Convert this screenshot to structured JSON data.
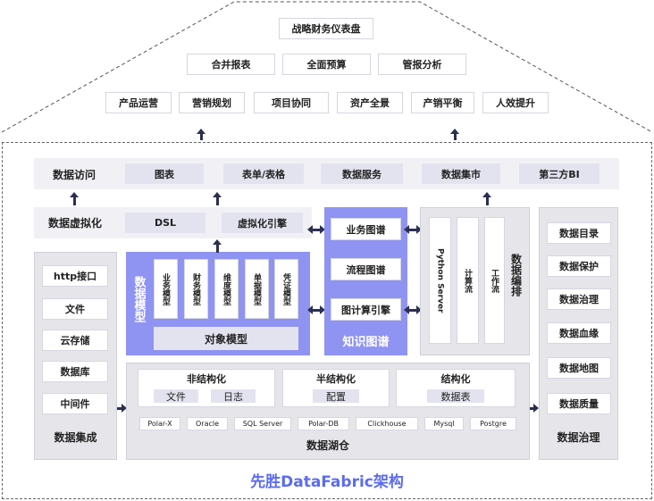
{
  "roof": {
    "top": "战略财务仪表盘",
    "row2": [
      "合并报表",
      "全面预算",
      "管报分析"
    ],
    "row3": [
      "产品运营",
      "营销规划",
      "项目协同",
      "资产全景",
      "产销平衡",
      "人效提升"
    ]
  },
  "access": {
    "title": "数据访问",
    "items": [
      "图表",
      "表单/表格",
      "数据服务",
      "数据集市",
      "第三方BI"
    ]
  },
  "virtual": {
    "title": "数据虚拟化",
    "items": [
      "DSL",
      "虚拟化引擎"
    ]
  },
  "integration": {
    "items": [
      "http接口",
      "文件",
      "云存储",
      "数据库",
      "中间件"
    ],
    "title": "数据集成"
  },
  "model": {
    "title": "数据模型",
    "items": [
      "业务模型",
      "财务模型",
      "维度模型",
      "单据模型",
      "凭证模型"
    ],
    "object": "对象模型"
  },
  "knowledge": {
    "items": [
      "业务图谱",
      "流程图谱",
      "图计算引擎"
    ],
    "title": "知识图谱"
  },
  "orchestration": {
    "items": [
      "Python Server",
      "计算流",
      "工作流"
    ],
    "title": "数据编排"
  },
  "governance": {
    "items": [
      "数据目录",
      "数据保护",
      "数据治理",
      "数据血缘",
      "数据地图",
      "数据质量"
    ],
    "title": "数据治理"
  },
  "lake": {
    "groups": [
      {
        "title": "非结构化",
        "items": [
          "文件",
          "日志"
        ]
      },
      {
        "title": "半结构化",
        "items": [
          "配置"
        ]
      },
      {
        "title": "结构化",
        "items": [
          "数据表"
        ]
      }
    ],
    "engines": [
      "Polar-X",
      "Oracle",
      "SQL Server",
      "Polar-DB",
      "Clickhouse",
      "Mysql",
      "Postgre"
    ],
    "title": "数据湖仓"
  },
  "footer": "先胜DataFabric架构",
  "colors": {
    "accent": "#8f93f2",
    "title": "#5b6cf0",
    "arrow": "#2b3051"
  }
}
